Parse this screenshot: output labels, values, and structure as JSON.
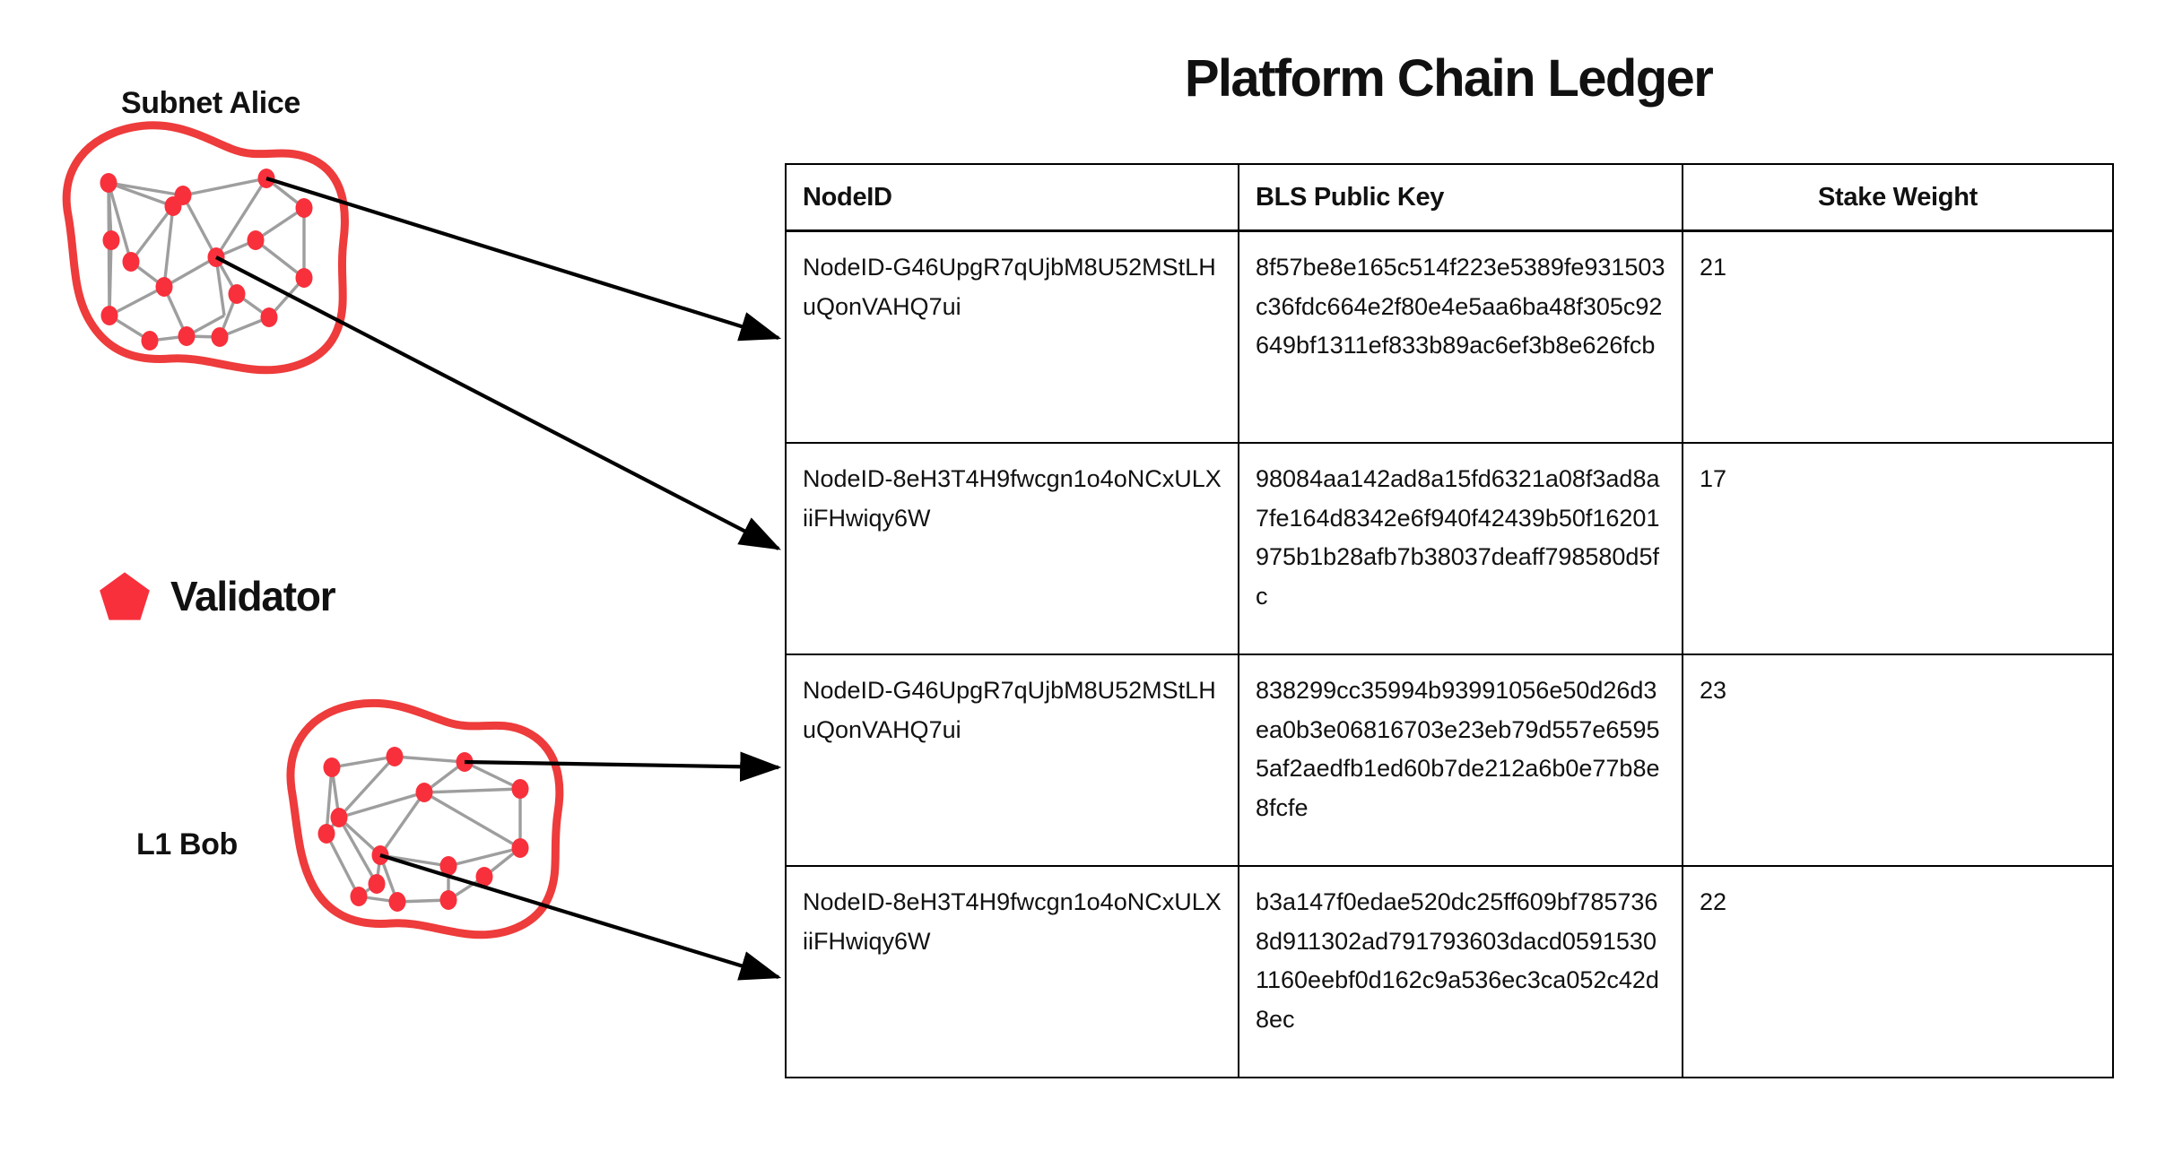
{
  "title": "Platform Chain Ledger",
  "colors": {
    "validator_red": "#F8303C",
    "blob_outline": "#EE3B3B",
    "edge_gray": "#9E9E9E",
    "border_black": "#000000",
    "text": "#111111"
  },
  "left_panel": {
    "subnet_alice_label": "Subnet Alice",
    "l1_bob_label": "L1 Bob",
    "legend": {
      "icon": "pentagon-icon",
      "label": "Validator"
    }
  },
  "table": {
    "columns": [
      "NodeID",
      "BLS Public Key",
      "Stake Weight"
    ],
    "rows": [
      {
        "node_id": "NodeID-G46UpgR7qUjbM8U52MStLHuQonVAHQ7ui",
        "bls_public_key": "8f57be8e165c514f223e5389fe931503c36fdc664e2f80e4e5aa6ba48f305c92649bf1311ef833b89ac6ef3b8e626fcb",
        "stake_weight": "21"
      },
      {
        "node_id": "NodeID-8eH3T4H9fwcgn1o4oNCxULXiiFHwiqy6W",
        "bls_public_key": "98084aa142ad8a15fd6321a08f3ad8a7fe164d8342e6f940f42439b50f16201975b1b28afb7b38037deaff798580d5fc",
        "stake_weight": "17"
      },
      {
        "node_id": "NodeID-G46UpgR7qUjbM8U52MStLHuQonVAHQ7ui",
        "bls_public_key": "838299cc35994b93991056e50d26d3ea0b3e06816703e23eb79d557e65955af2aedfb1ed60b7de212a6b0e77b8e8fcfe",
        "stake_weight": "23"
      },
      {
        "node_id": "NodeID-8eH3T4H9fwcgn1o4oNCxULXiiFHwiqy6W",
        "bls_public_key": "b3a147f0edae520dc25ff609bf7857368d911302ad791793603dacd05915301160eebf0d162c9a536ec3ca052c42d8ec",
        "stake_weight": "22"
      }
    ]
  }
}
